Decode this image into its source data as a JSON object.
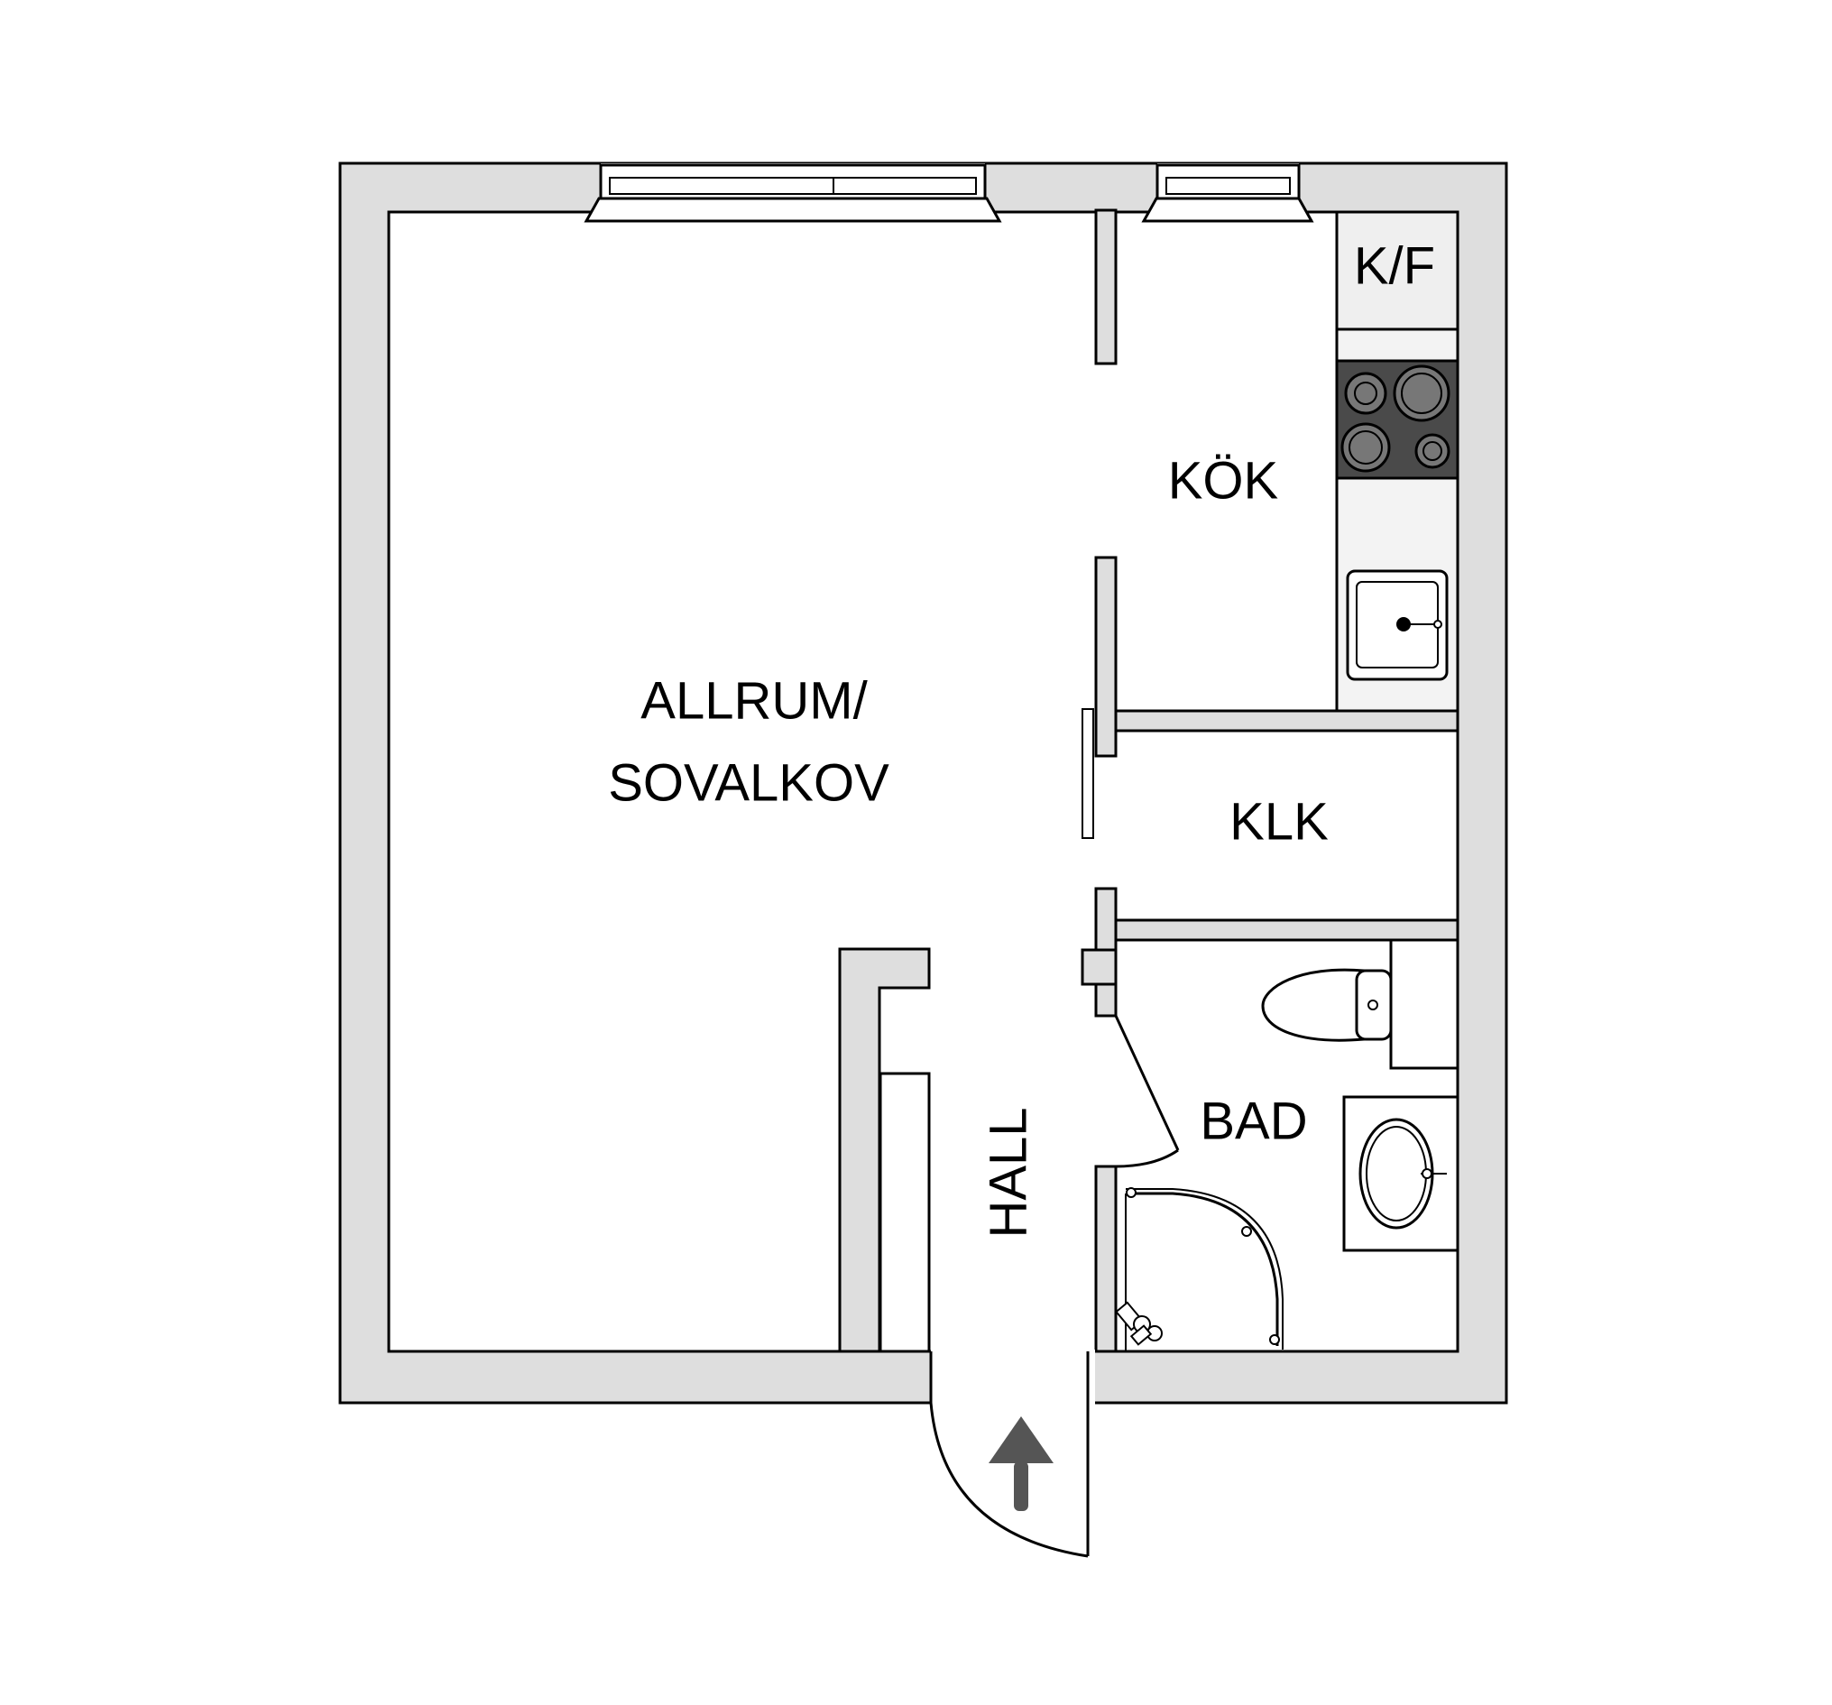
{
  "rooms": {
    "allrum_line1": "ALLRUM/",
    "allrum_line2": "SOVALKOV",
    "kok": "KÖK",
    "kf": "K/F",
    "klk": "KLK",
    "bad": "BAD",
    "hall": "HALL"
  },
  "colors": {
    "wall": "#dedede",
    "stove": "#4a4a4a",
    "arrow": "#555555"
  }
}
